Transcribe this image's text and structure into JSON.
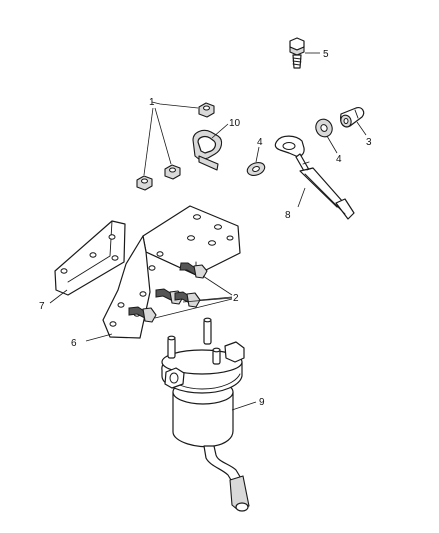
{
  "callouts": {
    "c1": "1",
    "c2": "2",
    "c3": "3",
    "c4a": "4",
    "c4b": "4",
    "c5": "5",
    "c6": "6",
    "c7": "7",
    "c8": "8",
    "c9": "9",
    "c10": "10"
  },
  "colors": {
    "line": "#1a1a1a",
    "fill": "#ffffff",
    "shade": "#d9d9d9"
  }
}
